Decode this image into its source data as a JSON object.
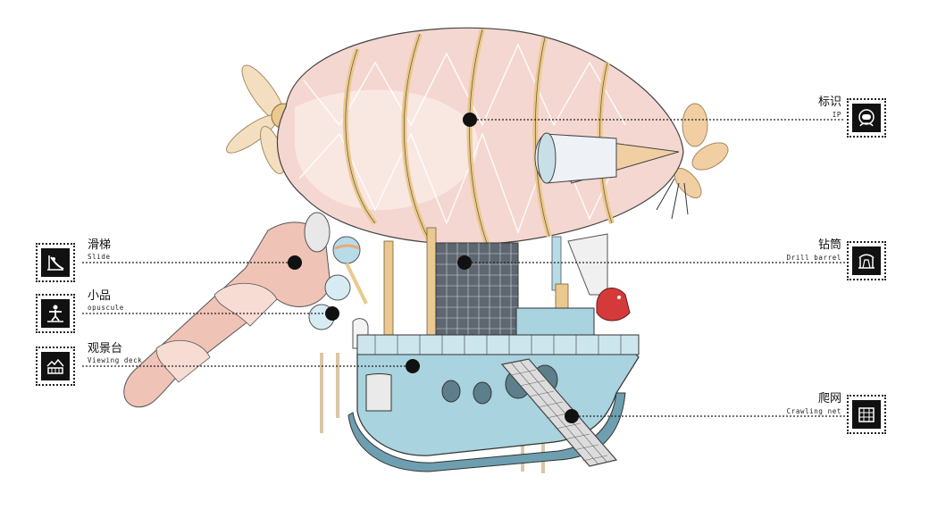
{
  "callouts": [
    {
      "id": "ip",
      "cn": "标识",
      "en": "IP",
      "icon": "astronaut-head-icon"
    },
    {
      "id": "slide",
      "cn": "滑梯",
      "en": "Slide",
      "icon": "slide-icon"
    },
    {
      "id": "drill_barrel",
      "cn": "钻筒",
      "en": "Drill barrel",
      "icon": "drill-barrel-icon"
    },
    {
      "id": "opuscule",
      "cn": "小品",
      "en": "opuscule",
      "icon": "figure-icon"
    },
    {
      "id": "viewing_deck",
      "cn": "观景台",
      "en": "Viewing deck",
      "icon": "viewing-deck-icon"
    },
    {
      "id": "crawling_net",
      "cn": "爬网",
      "en": "Crawling net",
      "icon": "crawling-net-icon"
    }
  ],
  "colors": {
    "balloon_pink": "#f4d7d0",
    "balloon_frame": "#e9c98f",
    "ship_blue": "#a9d3de",
    "ship_dark": "#6e9fb0",
    "slide_pink": "#efc3b6",
    "net_gray": "#555555"
  }
}
